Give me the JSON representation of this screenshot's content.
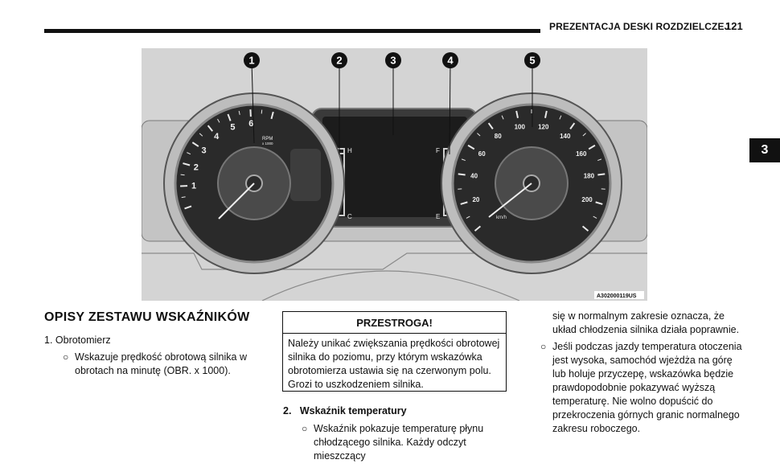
{
  "header": {
    "title": "PREZENTACJA DESKI ROZDZIELCZEJ",
    "page_number": "121"
  },
  "chapter_tab": "3",
  "figure": {
    "callouts": [
      "1",
      "2",
      "3",
      "4",
      "5"
    ],
    "tach_labels": [
      "1",
      "2",
      "3",
      "4",
      "5",
      "6"
    ],
    "tach_unit": "RPM",
    "tach_unit_sub": "x 1000",
    "temp_hot": "H",
    "temp_cold": "C",
    "fuel_full": "F",
    "fuel_empty": "E",
    "speed_labels": [
      "20",
      "40",
      "60",
      "80",
      "100",
      "120",
      "140",
      "160",
      "180",
      "200"
    ],
    "speed_unit": "km/h",
    "code": "A302000119US"
  },
  "section": {
    "title": "OPISY ZESTAWU WSKAŹNIKÓW"
  },
  "item1": {
    "label": "1.  Obrotomierz",
    "bullet": "Wskazuje prędkość obrotową silnika w obrotach na minutę (OBR. x 1000)."
  },
  "warning": {
    "title": "PRZESTROGA!",
    "text": "Należy unikać zwiększania prędkości obrotowej silnika do poziomu, przy którym wskazówka obrotomierza ustawia się na czerwonym polu. Grozi to uszkodzeniem silnika."
  },
  "item2": {
    "number": "2.",
    "title": "Wskaźnik temperatury",
    "bullet": "Wskaźnik pokazuje temperaturę płynu chłodzącego silnika. Każdy odczyt mieszczący"
  },
  "col3": {
    "continuation": "się w normalnym zakresie oznacza, że układ chłodzenia silnika działa poprawnie.",
    "bullet": "Jeśli podczas jazdy temperatura otoczenia jest wysoka, samochód wjeżdża na górę lub holuje przyczepę, wskazówka będzie prawdopodobnie pokazywać wyższą temperaturę. Nie wolno dopuścić do przekroczenia górnych granic normalnego zakresu roboczego."
  }
}
